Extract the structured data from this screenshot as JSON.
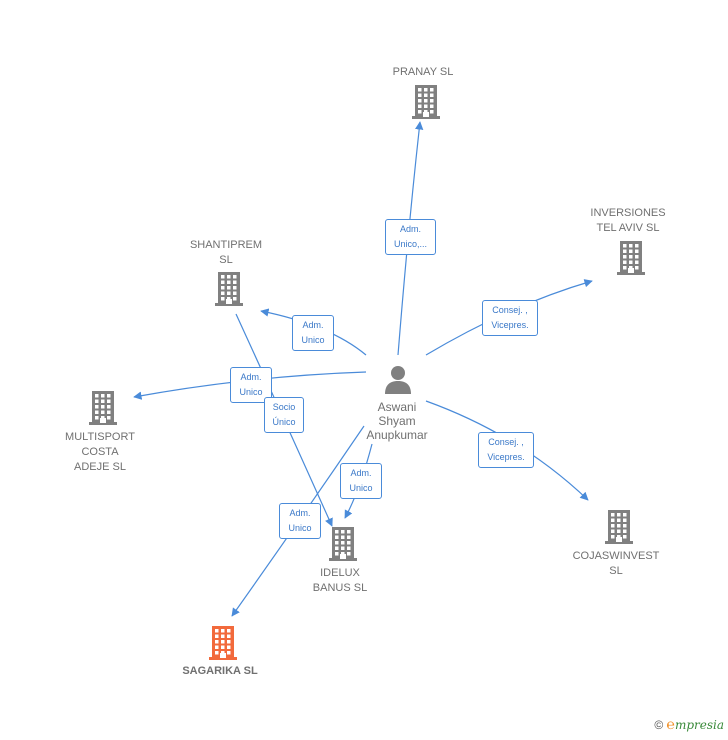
{
  "person": {
    "name": "Aswani\nShyam\nAnupkumar",
    "icon": "person-icon"
  },
  "companies": [
    {
      "id": "pranay",
      "label": "PRANAY SL",
      "icon": "building-icon",
      "color": "#808080"
    },
    {
      "id": "inversiones",
      "label": "INVERSIONES\nTEL AVIV SL",
      "icon": "building-icon",
      "color": "#808080"
    },
    {
      "id": "shantiprem",
      "label": "SHANTIPREM\nSL",
      "icon": "building-icon",
      "color": "#808080"
    },
    {
      "id": "multisport",
      "label": "MULTISPORT\nCOSTA\nADEJE SL",
      "icon": "building-icon",
      "color": "#808080"
    },
    {
      "id": "cojaswinvest",
      "label": "COJASWINVEST\nSL",
      "icon": "building-icon",
      "color": "#808080"
    },
    {
      "id": "idelux",
      "label": "IDELUX\nBANUS SL",
      "icon": "building-icon",
      "color": "#808080"
    },
    {
      "id": "sagarika",
      "label": "SAGARIKA SL",
      "icon": "building-icon",
      "color": "#f26a3c",
      "highlight": true
    }
  ],
  "relations": [
    {
      "label": "Adm.\nUnico,..."
    },
    {
      "label": "Consej. ,\nVicepres."
    },
    {
      "label": "Adm.\nUnico"
    },
    {
      "label": "Adm.\nUnico"
    },
    {
      "label": "Socio\nÚnico"
    },
    {
      "label": "Consej. ,\nVicepres."
    },
    {
      "label": "Adm.\nUnico"
    },
    {
      "label": "Adm.\nUnico"
    }
  ],
  "footer": {
    "copyright": "©",
    "brand_e": "℮",
    "brand_rest": "mpresia"
  },
  "colors": {
    "edge": "#4a8bd9",
    "building": "#808080",
    "highlight": "#f26a3c",
    "person": "#808080"
  }
}
